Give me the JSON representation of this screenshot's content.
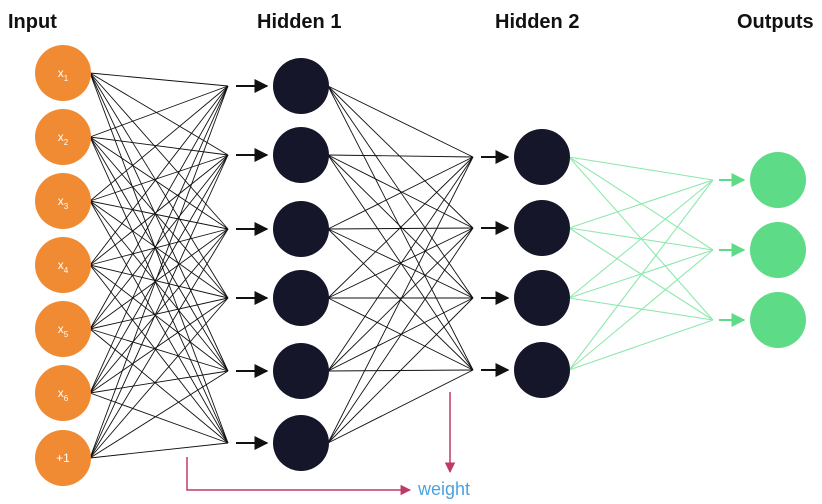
{
  "layers": [
    {
      "title": "Input",
      "node_labels": [
        "x1",
        "x2",
        "x3",
        "x4",
        "x5",
        "x6",
        "+1"
      ]
    },
    {
      "title": "Hidden 1",
      "node_count": 6
    },
    {
      "title": "Hidden 2",
      "node_count": 4
    },
    {
      "title": "Outputs",
      "node_count": 3
    }
  ],
  "annotation": {
    "label": "weight"
  },
  "colors": {
    "input_node": "#F08A33",
    "hidden_node": "#16162A",
    "output_node": "#5EDB86",
    "edge_dark": "#111111",
    "edge_output": "#8FE8AE",
    "annotation_line": "#C0396B",
    "annotation_text": "#4AA3E0"
  }
}
